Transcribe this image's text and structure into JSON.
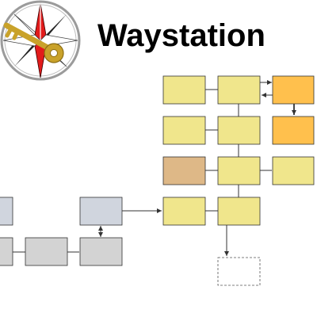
{
  "title": "Waystation",
  "logo": {
    "icon": "compass-key-icon",
    "colors": {
      "ring": "#9b9b9b",
      "star_red": "#e21b1b",
      "star_white": "#ffffff",
      "star_dark": "#222222",
      "key": "#c9a22a"
    }
  },
  "colors": {
    "yellow": "#f0e68c",
    "orange": "#ffc04d",
    "tan": "#deb887",
    "gray_blue": "#d0d5de",
    "gray": "#d3d3d3",
    "stroke": "#333333",
    "dashed_stroke": "#555555"
  },
  "nodes": [
    {
      "id": "y-r1-c1",
      "fill": "yellow"
    },
    {
      "id": "y-r1-c2",
      "fill": "yellow"
    },
    {
      "id": "o-r1-c3",
      "fill": "orange"
    },
    {
      "id": "y-r2-c1",
      "fill": "yellow"
    },
    {
      "id": "y-r2-c2",
      "fill": "yellow"
    },
    {
      "id": "o-r2-c3",
      "fill": "orange"
    },
    {
      "id": "t-r3-c1",
      "fill": "tan"
    },
    {
      "id": "y-r3-c2",
      "fill": "yellow"
    },
    {
      "id": "y-r3-c3",
      "fill": "yellow"
    },
    {
      "id": "y-r4-c1",
      "fill": "yellow"
    },
    {
      "id": "y-r4-c2",
      "fill": "yellow"
    },
    {
      "id": "gb-left",
      "fill": "gray_blue"
    },
    {
      "id": "gb-mid",
      "fill": "gray_blue"
    },
    {
      "id": "g-left",
      "fill": "gray"
    },
    {
      "id": "g-mid",
      "fill": "gray"
    },
    {
      "id": "g-right",
      "fill": "gray"
    },
    {
      "id": "dashed-bottom",
      "fill": "none",
      "dashed": true
    }
  ],
  "edges": [
    {
      "from": "y-r1-c1",
      "to": "y-r1-c2",
      "arrow": "none"
    },
    {
      "from": "y-r1-c2",
      "to": "o-r1-c3",
      "arrow": "forward"
    },
    {
      "from": "o-r1-c3",
      "to": "y-r1-c2",
      "arrow": "forward"
    },
    {
      "from": "o-r1-c3",
      "to": "o-r2-c3",
      "arrow": "forward"
    },
    {
      "from": "y-r2-c1",
      "to": "y-r2-c2",
      "arrow": "none"
    },
    {
      "from": "y-r1-c2",
      "to": "y-r4-c2",
      "arrow": "none"
    },
    {
      "from": "t-r3-c1",
      "to": "y-r3-c2",
      "arrow": "none"
    },
    {
      "from": "y-r3-c2",
      "to": "y-r3-c3",
      "arrow": "none"
    },
    {
      "from": "y-r4-c1",
      "to": "y-r4-c2",
      "arrow": "none"
    },
    {
      "from": "gb-mid",
      "to": "y-r4-c1",
      "arrow": "forward"
    },
    {
      "from": "gb-mid",
      "to": "g-right",
      "arrow": "both"
    },
    {
      "from": "g-left",
      "to": "g-mid",
      "arrow": "none"
    },
    {
      "from": "g-mid",
      "to": "g-right",
      "arrow": "none"
    },
    {
      "from": "y-r4-c2",
      "to": "dashed-bottom",
      "arrow": "forward"
    }
  ]
}
